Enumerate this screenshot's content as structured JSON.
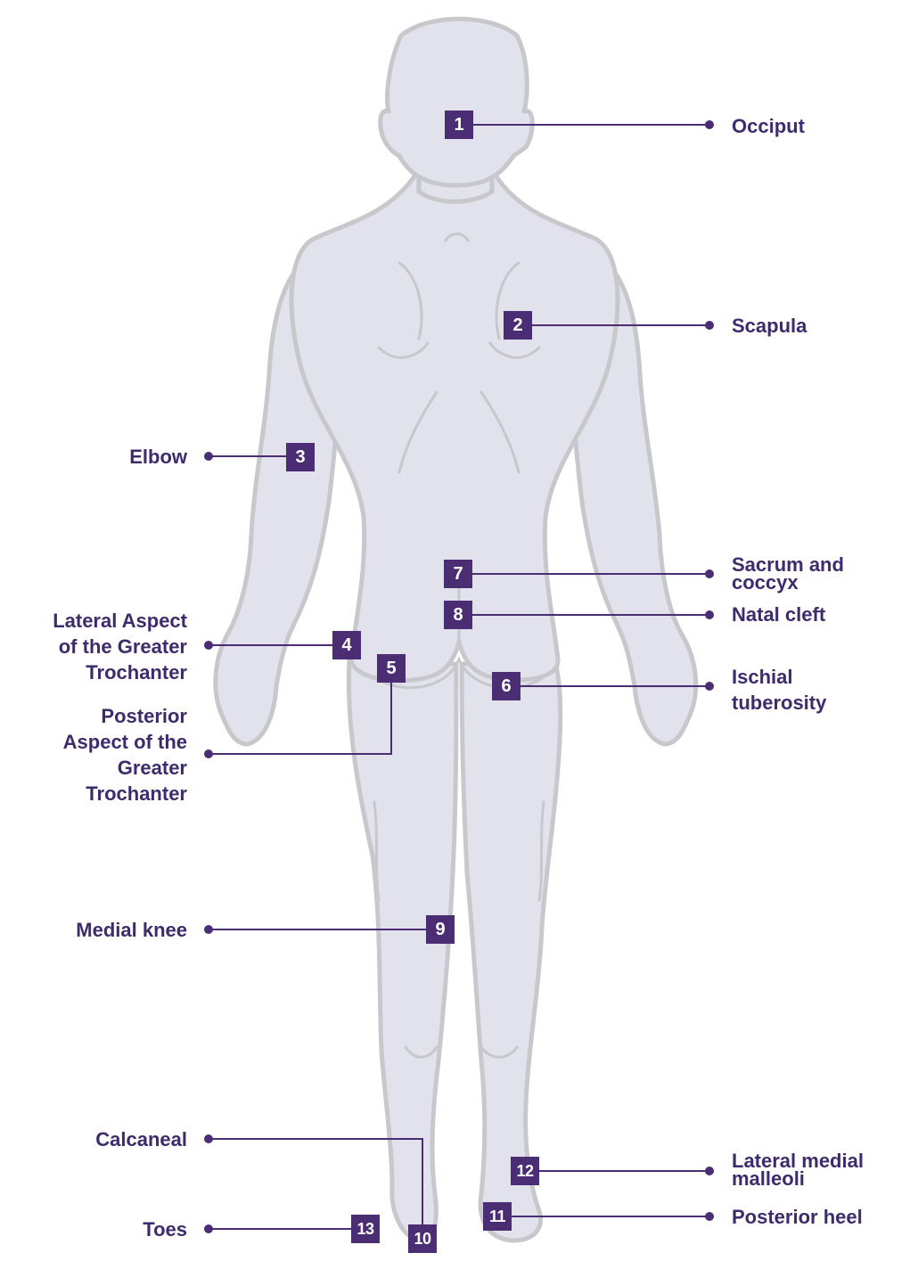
{
  "colors": {
    "body_fill": "#e1e2ec",
    "body_outline": "#c8c8cc",
    "accent": "#4b2d73",
    "label_text": "#3d2b6b"
  },
  "markers": [
    {
      "number": "1",
      "label": "Occiput"
    },
    {
      "number": "2",
      "label": "Scapula"
    },
    {
      "number": "3",
      "label": "Elbow"
    },
    {
      "number": "4",
      "label": "Lateral Aspect of the Greater Trochanter",
      "lines": [
        "Lateral Aspect",
        "of the Greater",
        "Trochanter"
      ]
    },
    {
      "number": "5",
      "label": "Posterior Aspect of the Greater Trochanter",
      "lines": [
        "Posterior",
        "Aspect of the",
        "Greater",
        "Trochanter"
      ]
    },
    {
      "number": "6",
      "label": "Ischial tuberosity",
      "lines": [
        "Ischial",
        "tuberosity"
      ]
    },
    {
      "number": "7",
      "label": "Sacrum and coccyx",
      "lines": [
        "Sacrum and",
        "coccyx"
      ]
    },
    {
      "number": "8",
      "label": "Natal cleft"
    },
    {
      "number": "9",
      "label": "Medial knee"
    },
    {
      "number": "10",
      "label": "Calcaneal"
    },
    {
      "number": "11",
      "label": "Posterior heel"
    },
    {
      "number": "12",
      "label": "Lateral medial malleoli",
      "lines": [
        "Lateral medial",
        "malleoli"
      ]
    },
    {
      "number": "13",
      "label": "Toes"
    }
  ]
}
